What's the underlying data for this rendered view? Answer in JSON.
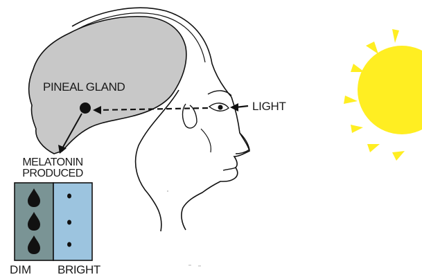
{
  "labels": {
    "pineal_gland": "PINEAL GLAND",
    "light": "LIGHT",
    "melatonin_line1": "MELATONIN",
    "melatonin_line2": "PRODUCED",
    "dim": "DIM",
    "bright": "BRIGHT"
  },
  "colors": {
    "brain_fill": "#c8c8c8",
    "dim_panel": "#7a9495",
    "bright_panel": "#9cc4df",
    "sun": "#ffee22",
    "ink": "#111111"
  },
  "icons": {
    "sun": "sun-icon",
    "gland": "pineal-gland-dot",
    "head": "head-profile-outline",
    "brain": "brain-shape"
  }
}
